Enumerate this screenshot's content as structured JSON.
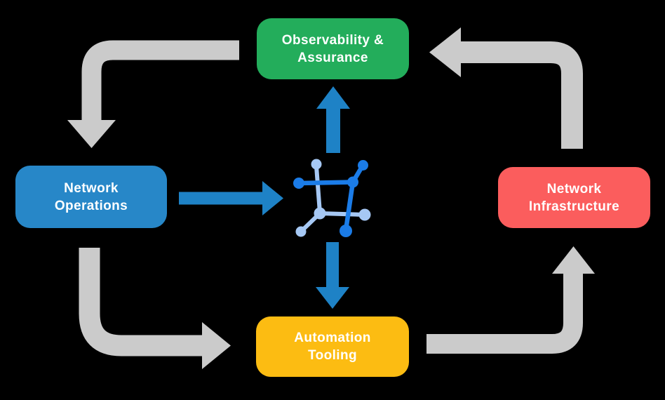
{
  "canvas": {
    "background": "#000000"
  },
  "boxes": {
    "observability": {
      "label": "Observability &\nAssurance",
      "color": "#23AD5B",
      "text_color": "#FFFFFF"
    },
    "operations": {
      "label": "Network\nOperations",
      "color": "#2787C8",
      "text_color": "#FFFFFF"
    },
    "infrastructure": {
      "label": "Network\nInfrastructure",
      "color": "#FB5D5D",
      "text_color": "#FFFFFF"
    },
    "automation": {
      "label": "Automation\nTooling",
      "color": "#FCBC12",
      "text_color": "#FFFFFF"
    }
  },
  "arrows": {
    "gray_color": "#CBCBCB",
    "blue_color": "#1E82C6"
  },
  "center_icon": {
    "name": "network-mesh-icon",
    "dark_blue": "#1B7CE8",
    "light_blue": "#A6C8F4"
  }
}
